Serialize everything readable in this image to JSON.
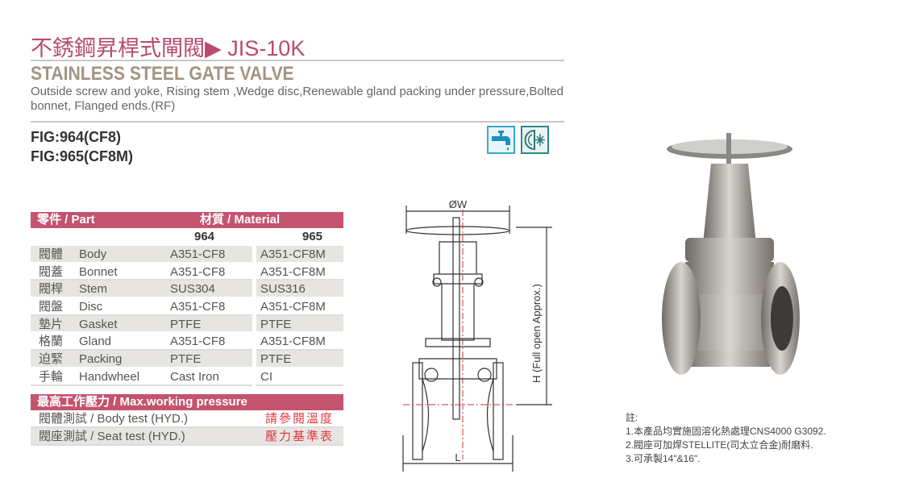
{
  "header": {
    "title_zh": "不銹鋼昇桿式閘閥",
    "title_arrow": "▶",
    "title_std": "JIS-10K",
    "title_en": "STAINLESS STEEL GATE VALVE",
    "description": "Outside screw and yoke, Rising stem ,Wedge disc,Renewable gland packing under pressure,Bolted bonnet, Flanged ends.(RF)",
    "fig1": "FIG:964(CF8)",
    "fig2": "FIG:965(CF8M)"
  },
  "icons": [
    "water-tap-icon",
    "temperature-hot-cold-icon"
  ],
  "table": {
    "header_part": "零件 / Part",
    "header_material": "材質 / Material",
    "col964": "964",
    "col965": "965",
    "rows": [
      {
        "zh": "閥體",
        "en": "Body",
        "m964": "A351-CF8",
        "m965": "A351-CF8M"
      },
      {
        "zh": "閥蓋",
        "en": "Bonnet",
        "m964": "A351-CF8",
        "m965": "A351-CF8M"
      },
      {
        "zh": "閥桿",
        "en": "Stem",
        "m964": "SUS304",
        "m965": "SUS316"
      },
      {
        "zh": "閥盤",
        "en": "Disc",
        "m964": "A351-CF8",
        "m965": "A351-CF8M"
      },
      {
        "zh": "墊片",
        "en": "Gasket",
        "m964": "PTFE",
        "m965": "PTFE"
      },
      {
        "zh": "格蘭",
        "en": "Gland",
        "m964": "A351-CF8",
        "m965": "A351-CF8M"
      },
      {
        "zh": "迫緊",
        "en": "Packing",
        "m964": "PTFE",
        "m965": "PTFE"
      },
      {
        "zh": "手輪",
        "en": "Handwheel",
        "m964": "Cast Iron",
        "m965": "CI"
      }
    ]
  },
  "pressure": {
    "header": "最高工作壓力 / Max.working pressure",
    "rows": [
      {
        "label": "閥體測試 / Body test (HYD.)",
        "value": "請參閱溫度"
      },
      {
        "label": "閥座測試 / Seat test (HYD.)",
        "value": "壓力基準表"
      }
    ]
  },
  "drawing": {
    "w_label": "ØW",
    "h_label": "H (Full open Approx.)",
    "l_label": "L"
  },
  "notes": {
    "title": "註:",
    "items": [
      "1.本產品均實施固溶化熱處理CNS4000 G3092.",
      "2.閥座可加焊STELLITE(司太立合金)耐磨料.",
      "3.可承製14\"&16\"."
    ]
  },
  "colors": {
    "accent": "#c4536f",
    "title": "#b84a70",
    "subtitle": "#a39482",
    "red": "#e0383d"
  }
}
